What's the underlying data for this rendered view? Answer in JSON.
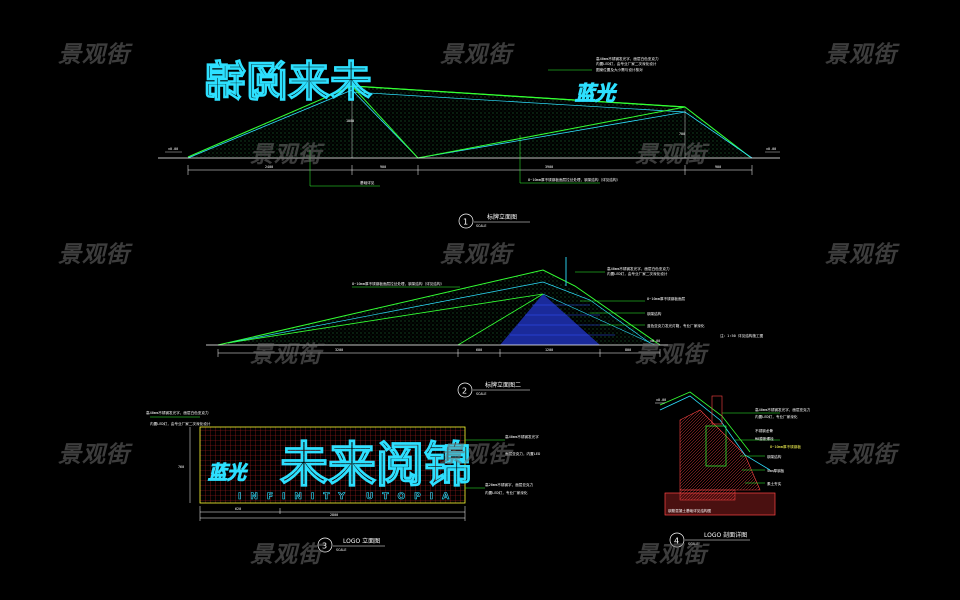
{
  "watermark": "景观街",
  "drawing": {
    "view1": {
      "number": "1",
      "title": "标牌立面图",
      "scale": "SCALE"
    },
    "view2": {
      "number": "2",
      "title": "标牌立面图二",
      "scale": "SCALE"
    },
    "view3": {
      "number": "3",
      "title": "LOGO 立面图",
      "scale": "SCALE"
    },
    "view4": {
      "number": "4",
      "title": "LOGO 剖面详图",
      "scale": "SCALE"
    }
  },
  "logo": {
    "main_text": "未来阅锦",
    "sub_text": "蓝光",
    "english": "INFINITY UTOPIA"
  },
  "colors": {
    "outline_green": "#33ff33",
    "cyan": "#2de0ff",
    "dim_white": "#ffffff",
    "red_grid": "#cc2222",
    "hatch": "#1d6b3a",
    "watermark": "#6d6d6d",
    "blue_panel": "#2a44ff"
  }
}
